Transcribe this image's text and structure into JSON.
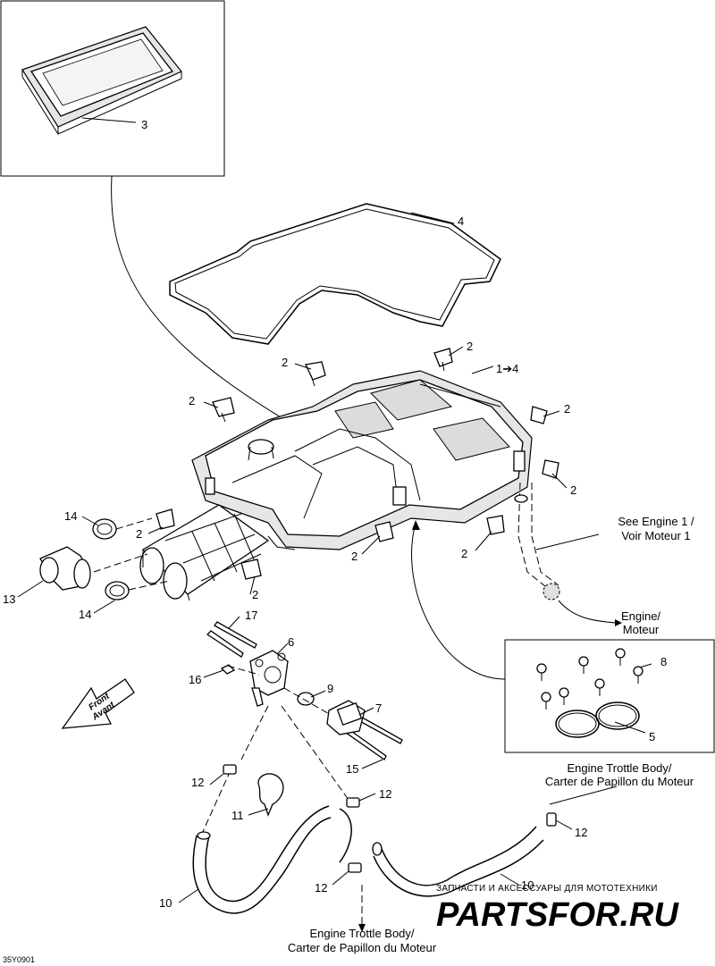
{
  "diagram_code": "35Y0901",
  "callouts": {
    "c1_4": "1➔4",
    "c2": "2",
    "c3": "3",
    "c4": "4",
    "c5": "5",
    "c6": "6",
    "c7": "7",
    "c8": "8",
    "c9": "9",
    "c10": "10",
    "c11": "11",
    "c12": "12",
    "c13": "13",
    "c14": "14",
    "c15": "15",
    "c16": "16",
    "c17": "17"
  },
  "notes": {
    "see_engine_line1": "See Engine 1 /",
    "see_engine_line2": "Voir Moteur 1",
    "engine_line1": "Engine/",
    "engine_line2": "Moteur",
    "throttle_line1": "Engine Trottle Body/",
    "throttle_line2": "Carter de Papillon du Moteur",
    "front_line1": "Front",
    "front_line2": "Avant"
  },
  "watermark": {
    "caption": "ЗАПЧАСТИ И АКСЕССУАРЫ ДЛЯ МОТОТЕХНИКИ",
    "brand": "PARTSFOR.RU"
  }
}
